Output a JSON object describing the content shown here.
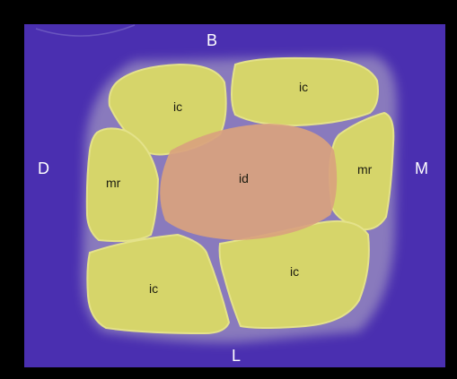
{
  "orientation": {
    "top": "B",
    "bottom": "L",
    "left": "D",
    "right": "M"
  },
  "cells": {
    "ic_top_left": "ic",
    "ic_top_right": "ic",
    "mr_left": "mr",
    "mr_right": "mr",
    "center": "id",
    "ic_bottom_left": "ic",
    "ic_bottom_right": "ic"
  },
  "colors": {
    "background": "#4a2fb0",
    "frame": "#000000",
    "cell_fill": "#d6d56a",
    "center_fill": "#d9a27e",
    "membrane": "#bdb8c8"
  }
}
